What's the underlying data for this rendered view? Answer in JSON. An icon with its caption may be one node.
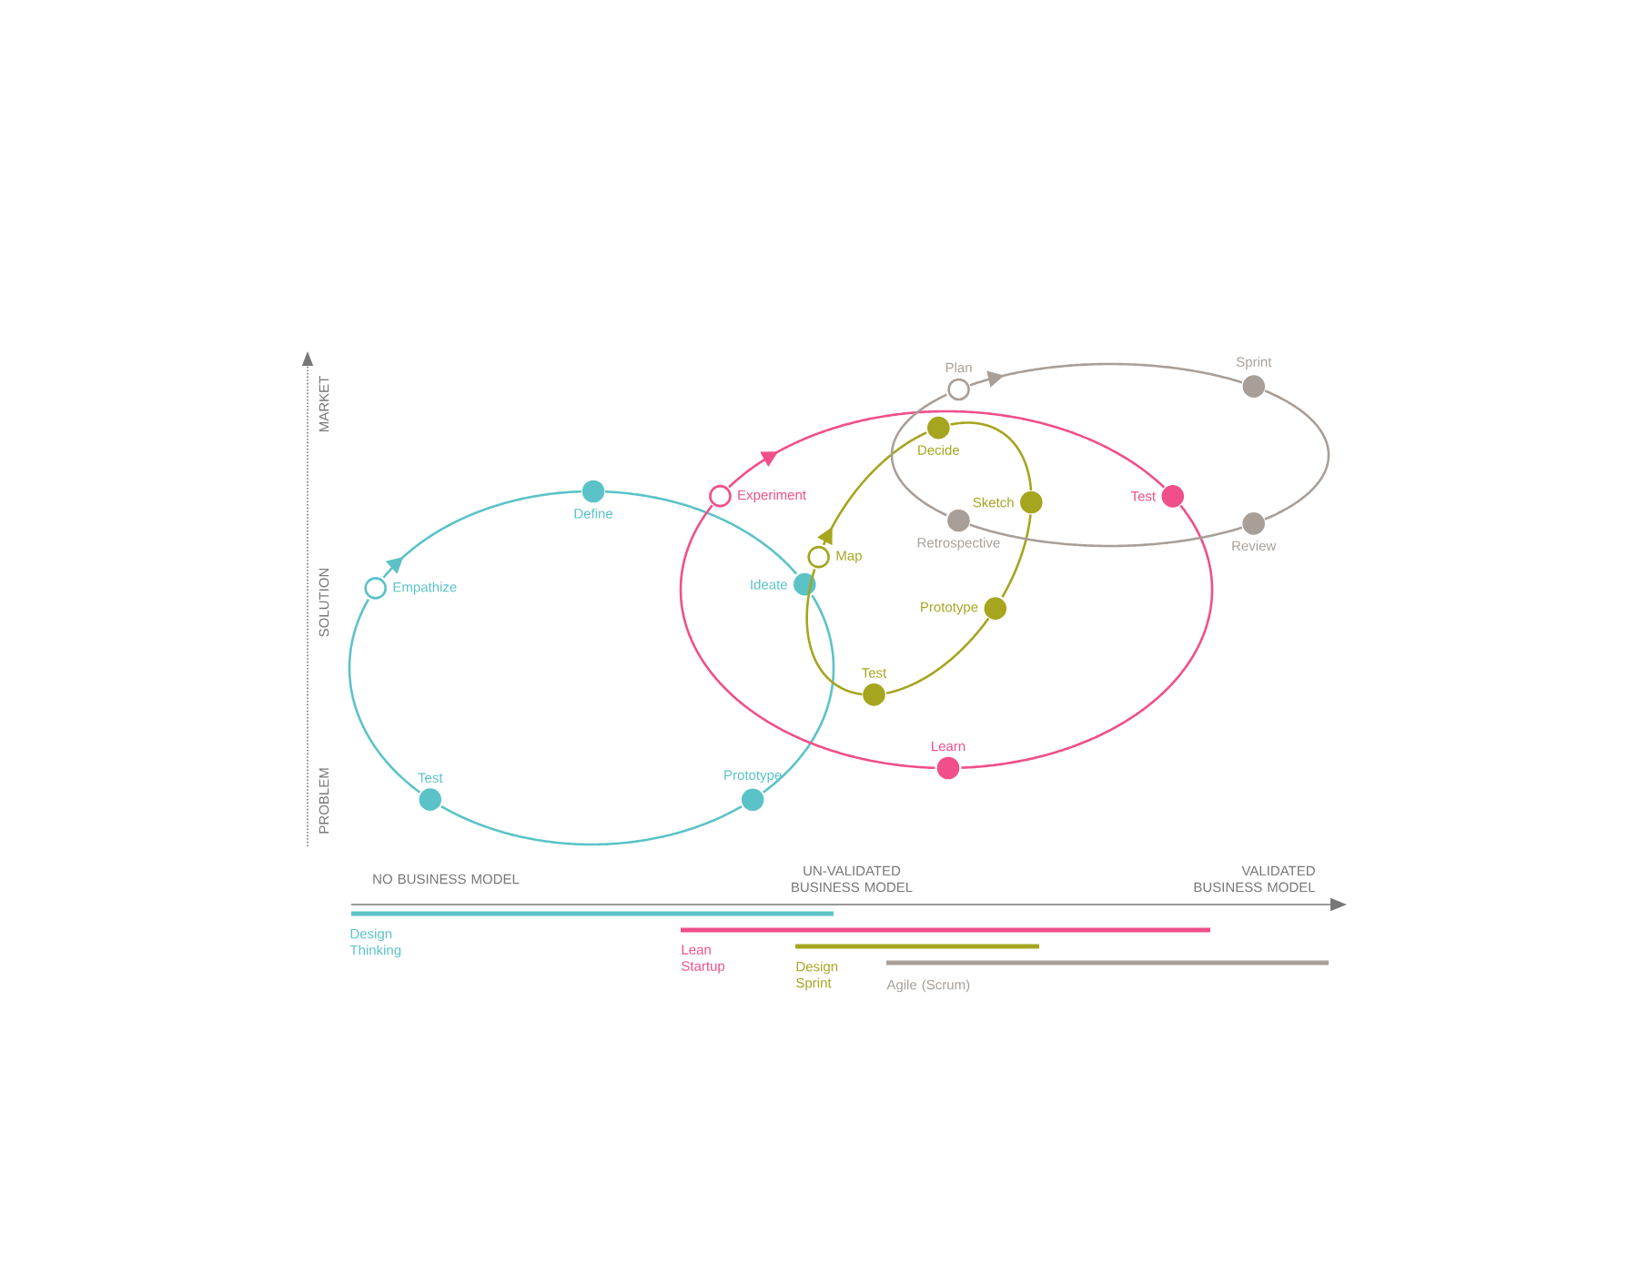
{
  "diagram": {
    "nodes": [
      {
        "text": [
          "Empathize"
        ]
      },
      {
        "text": [
          "Define"
        ]
      },
      {
        "text": [
          "Ideate"
        ]
      },
      {
        "text": [
          "Prototype"
        ]
      },
      {
        "text": [
          "Test"
        ]
      },
      {
        "text": [
          "Experiment"
        ]
      },
      {
        "text": [
          "Test"
        ]
      },
      {
        "text": [
          "Learn"
        ]
      },
      {
        "text": [
          "Map"
        ]
      },
      {
        "text": [
          "Decide"
        ]
      },
      {
        "text": [
          "Sketch"
        ]
      },
      {
        "text": [
          "Prototype"
        ]
      },
      {
        "text": [
          "Test"
        ]
      },
      {
        "text": [
          "Plan"
        ]
      },
      {
        "text": [
          "Sprint"
        ]
      },
      {
        "text": [
          "Review"
        ]
      },
      {
        "text": [
          "Retrospective"
        ]
      }
    ],
    "edges": [
      {
        "from": 0,
        "to": 1,
        "arrow": "to",
        "color": "#5bc3c8"
      },
      {
        "from": 1,
        "to": 2,
        "arrow": "none",
        "color": "#5bc3c8"
      },
      {
        "from": 2,
        "to": 3,
        "arrow": "none",
        "color": "#5bc3c8"
      },
      {
        "from": 3,
        "to": 4,
        "arrow": "none",
        "color": "#5bc3c8"
      },
      {
        "from": 4,
        "to": 0,
        "arrow": "none",
        "color": "#5bc3c8"
      },
      {
        "from": 5,
        "to": 6,
        "arrow": "to",
        "color": "#f04f8a"
      },
      {
        "from": 6,
        "to": 7,
        "arrow": "none",
        "color": "#f04f8a"
      },
      {
        "from": 7,
        "to": 5,
        "arrow": "none",
        "color": "#f04f8a"
      },
      {
        "from": 8,
        "to": 9,
        "arrow": "to",
        "color": "#a6a51f"
      },
      {
        "from": 9,
        "to": 10,
        "arrow": "none",
        "color": "#a6a51f"
      },
      {
        "from": 10,
        "to": 11,
        "arrow": "none",
        "color": "#a6a51f"
      },
      {
        "from": 11,
        "to": 12,
        "arrow": "none",
        "color": "#a6a51f"
      },
      {
        "from": 12,
        "to": 8,
        "arrow": "none",
        "color": "#a6a51f"
      },
      {
        "from": 13,
        "to": 14,
        "arrow": "to",
        "color": "#a89f98"
      },
      {
        "from": 14,
        "to": 15,
        "arrow": "none",
        "color": "#a89f98"
      },
      {
        "from": 15,
        "to": 16,
        "arrow": "none",
        "color": "#a89f98"
      },
      {
        "from": 16,
        "to": 13,
        "arrow": "none",
        "color": "#a89f98"
      }
    ],
    "labels": [
      "MARKET",
      "SOLUTION",
      "PROBLEM",
      "NO BUSINESS MODEL",
      "UN-VALIDATED BUSINESS MODEL",
      "VALIDATED BUSINESS MODEL"
    ],
    "legend": [
      {
        "text": "Design Thinking",
        "color": "#5bc3c8"
      },
      {
        "text": "Lean Startup",
        "color": "#f04f8a"
      },
      {
        "text": "Design Sprint",
        "color": "#a6a51f"
      },
      {
        "text": "Agile (Scrum)",
        "color": "#a89f98"
      }
    ]
  }
}
